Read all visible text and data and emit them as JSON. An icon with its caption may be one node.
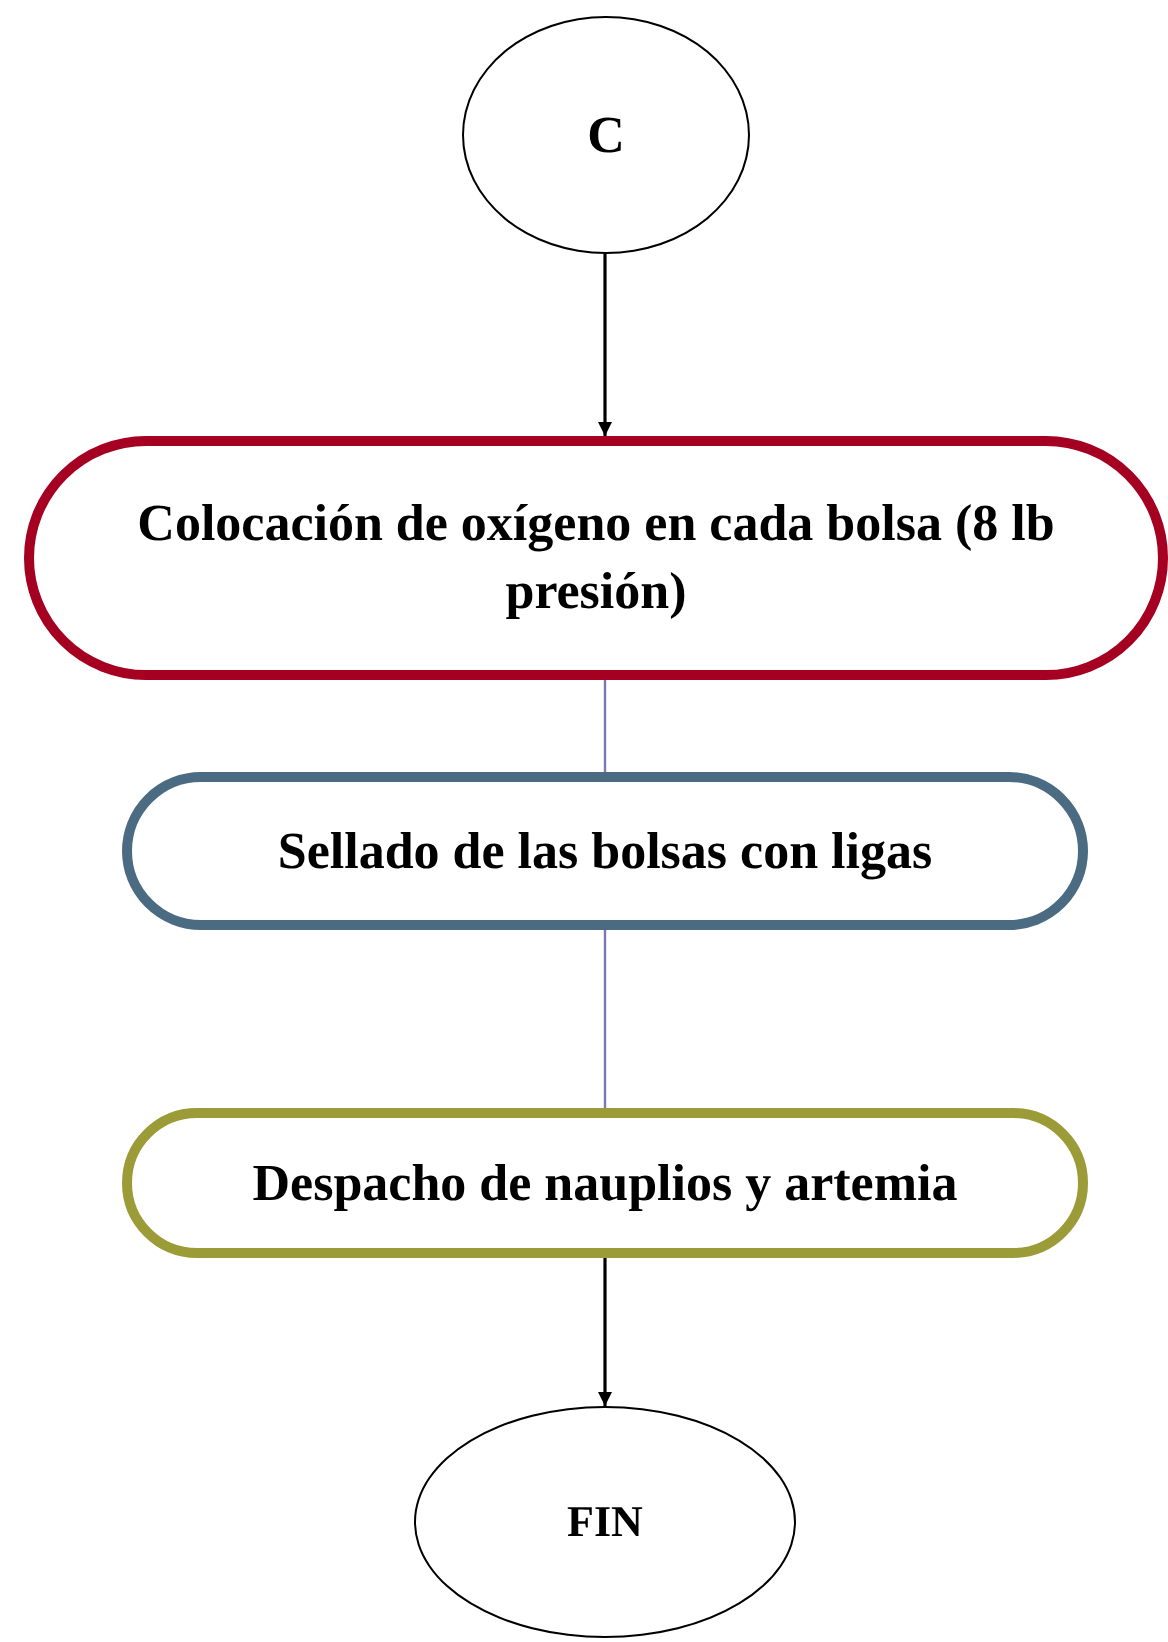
{
  "diagram": {
    "nodes": [
      {
        "text": [
          "C"
        ]
      },
      {
        "text": [
          "Colocación de oxígeno en cada bolsa (8 lb presión)"
        ]
      },
      {
        "text": [
          "Sellado de las bolsas con ligas"
        ]
      },
      {
        "text": [
          "Despacho de nauplios y artemia"
        ]
      },
      {
        "text": [
          "FIN"
        ]
      }
    ],
    "edges": [
      {
        "from": 0,
        "to": 1,
        "arrow": "to"
      },
      {
        "from": 1,
        "to": 2,
        "arrow": "none",
        "color": "#7b78b4"
      },
      {
        "from": 2,
        "to": 3,
        "arrow": "none",
        "color": "#7b78b4"
      },
      {
        "from": 3,
        "to": 4,
        "arrow": "to"
      }
    ]
  }
}
